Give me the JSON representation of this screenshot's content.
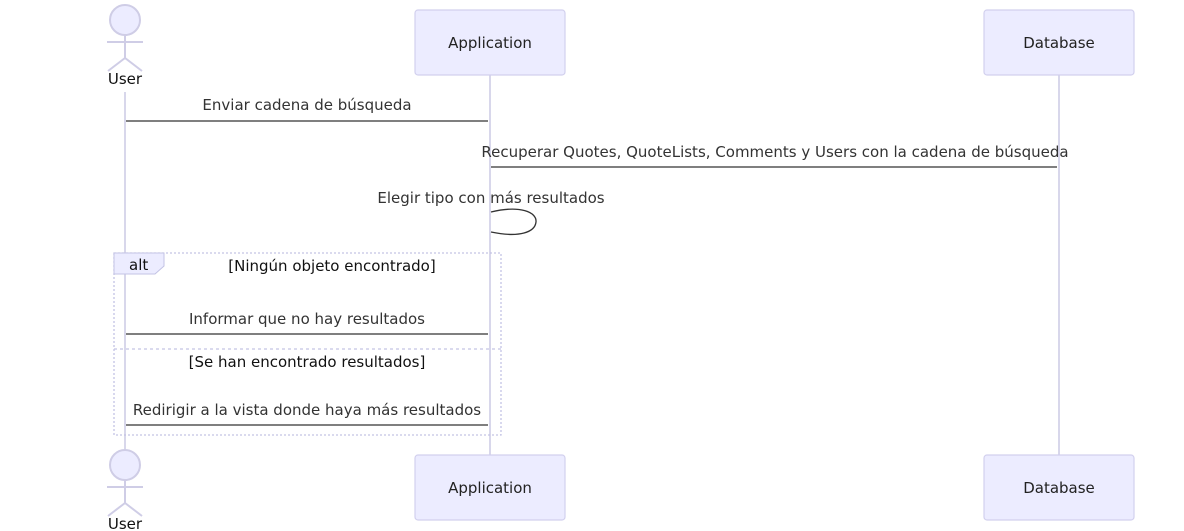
{
  "participants": {
    "user": "User",
    "application": "Application",
    "database": "Database"
  },
  "messages": {
    "m1": "Enviar cadena de búsqueda",
    "m2": "Recuperar Quotes, QuoteLists, Comments y Users con la cadena de búsqueda",
    "m3": "Elegir tipo con más resultados",
    "m4": "Informar que no hay resultados",
    "m5": "Redirigir a la vista donde haya más resultados"
  },
  "alt": {
    "label": "alt",
    "condition_1": "[Ningún objeto encontrado]",
    "condition_2": "[Se han encontrado resultados]"
  },
  "colors": {
    "participant_fill": "#ececff",
    "participant_stroke": "#d2d0ee",
    "lifeline": "#cfcde6",
    "message_line": "#333333",
    "text": "#333333"
  }
}
